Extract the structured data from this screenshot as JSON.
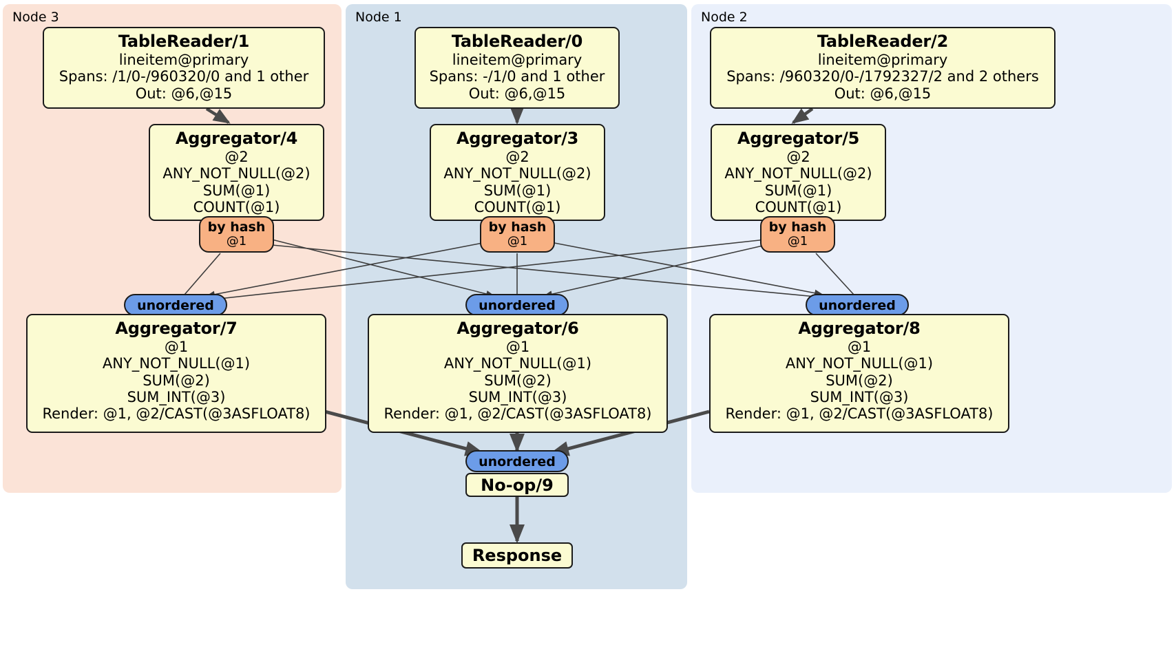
{
  "diagram": {
    "type": "distributed-query-plan",
    "colors": {
      "node3_bg": "#fbe3d7",
      "node1_bg": "#d2e0ec",
      "node2_bg": "#eaf0fb",
      "processor_bg": "#fbfbd2",
      "hash_router_bg": "#f8b183",
      "unordered_synchronizer_bg": "#6c9ce8",
      "stroke": "#1a1a1a",
      "edge_thin": "#3c3c3c",
      "edge_thick": "#4a4a4a"
    },
    "regions": [
      {
        "id": "node3",
        "label": "Node 3"
      },
      {
        "id": "node1",
        "label": "Node 1"
      },
      {
        "id": "node2",
        "label": "Node 2"
      }
    ],
    "processors": {
      "table_reader_1": {
        "title": "TableReader/1",
        "lines": [
          "lineitem@primary",
          "Spans: /1/0-/960320/0 and 1 other",
          "Out: @6,@15"
        ]
      },
      "table_reader_0": {
        "title": "TableReader/0",
        "lines": [
          "lineitem@primary",
          "Spans: -/1/0 and 1 other",
          "Out: @6,@15"
        ]
      },
      "table_reader_2": {
        "title": "TableReader/2",
        "lines": [
          "lineitem@primary",
          "Spans: /960320/0-/1792327/2 and 2 others",
          "Out: @6,@15"
        ]
      },
      "aggregator_4": {
        "title": "Aggregator/4",
        "lines": [
          "@2",
          "ANY_NOT_NULL(@2)",
          "SUM(@1)",
          "COUNT(@1)"
        ]
      },
      "aggregator_3": {
        "title": "Aggregator/3",
        "lines": [
          "@2",
          "ANY_NOT_NULL(@2)",
          "SUM(@1)",
          "COUNT(@1)"
        ]
      },
      "aggregator_5": {
        "title": "Aggregator/5",
        "lines": [
          "@2",
          "ANY_NOT_NULL(@2)",
          "SUM(@1)",
          "COUNT(@1)"
        ]
      },
      "aggregator_7": {
        "title": "Aggregator/7",
        "lines": [
          "@1",
          "ANY_NOT_NULL(@1)",
          "SUM(@2)",
          "SUM_INT(@3)",
          "Render: @1, @2/CAST(@3ASFLOAT8)"
        ]
      },
      "aggregator_6": {
        "title": "Aggregator/6",
        "lines": [
          "@1",
          "ANY_NOT_NULL(@1)",
          "SUM(@2)",
          "SUM_INT(@3)",
          "Render: @1, @2/CAST(@3ASFLOAT8)"
        ]
      },
      "aggregator_8": {
        "title": "Aggregator/8",
        "lines": [
          "@1",
          "ANY_NOT_NULL(@1)",
          "SUM(@2)",
          "SUM_INT(@3)",
          "Render: @1, @2/CAST(@3ASFLOAT8)"
        ]
      },
      "noop_9": {
        "title": "No-op/9",
        "lines": []
      },
      "response": {
        "title": "Response",
        "lines": []
      }
    },
    "routers": {
      "hash_left": {
        "title": "by hash",
        "sub": "@1"
      },
      "hash_center": {
        "title": "by hash",
        "sub": "@1"
      },
      "hash_right": {
        "title": "by hash",
        "sub": "@1"
      }
    },
    "synchronizers": {
      "unordered_left": {
        "label": "unordered"
      },
      "unordered_center": {
        "label": "unordered"
      },
      "unordered_right": {
        "label": "unordered"
      },
      "unordered_final": {
        "label": "unordered"
      }
    }
  }
}
